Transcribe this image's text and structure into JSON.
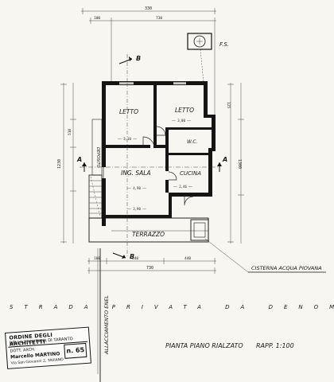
{
  "rooms": {
    "letto_1": "LETTO",
    "letto_2": "LETTO",
    "wc": "W.C.",
    "ingresso_sala": "ING. SALA",
    "cucina": "CUCINA",
    "terrazzo": "TERRAZZO",
    "deposito": "DEPOSITO"
  },
  "annotations": {
    "fs": "F.S.",
    "cisterna": "CISTERNA ACQUA PIOVANA",
    "allacciamento": "ALLACCIAMENTO ENEL",
    "strada": "STRADA PRIVATA DA DENOMINARE",
    "title": "PIANTA PIANO RIALZATO",
    "scale": "RAPP. 1:100"
  },
  "section_markers": {
    "b_top": "B",
    "b_bottom": "B",
    "a_left": "A",
    "a_right": "A"
  },
  "dimensions": {
    "top_total": "330",
    "top_left": "100",
    "top_main": "730",
    "bottom_total": "730",
    "bottom_a": "100",
    "bottom_b": "340",
    "bottom_c": "440",
    "left_total": "1230",
    "right_total": "1300",
    "right_side": "125",
    "left_side": "510"
  },
  "stamp": {
    "line1": "ORDINE DEGLI ARCHITETTI",
    "line2": "DELLA PROVINCIA DI TARANTO",
    "line3": "DOTT. ARCH.",
    "line4": "Marcello MARTINO",
    "number": "n. 65",
    "line5": "Via San Giovanni 2, TAVIANO"
  }
}
